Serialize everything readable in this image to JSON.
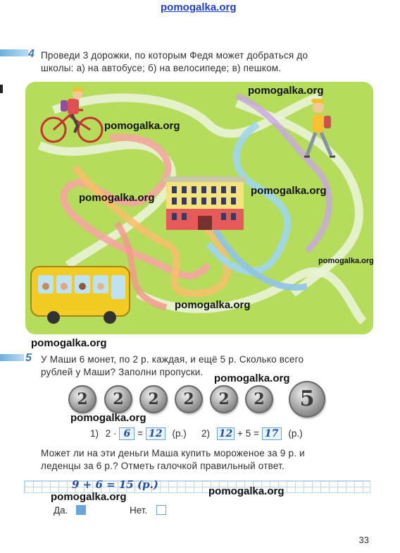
{
  "watermarks": {
    "top": "pomogalka.org",
    "text": "pomogalka.org"
  },
  "task4": {
    "number": "4",
    "line1": "Проведи 3 дорожки, по которым Федя может добраться до",
    "line2": "школы: а) на автобусе; б) на велосипеде; в) пешком."
  },
  "task5": {
    "number": "5",
    "line1": "У Маши 6 монет, по 2 р. каждая, и ещё 5 р. Сколько всего",
    "line2": "рублей у Маши? Заполни пропуски.",
    "coins": [
      {
        "value": "2"
      },
      {
        "value": "2"
      },
      {
        "value": "2"
      },
      {
        "value": "2"
      },
      {
        "value": "2"
      },
      {
        "value": "2"
      },
      {
        "value": "5"
      }
    ],
    "eq1": {
      "label": "1)",
      "a": "2",
      "op": "·",
      "b": "6",
      "eq": "=",
      "result": "12",
      "unit": "(р.)"
    },
    "eq2": {
      "label": "2)",
      "a": "12",
      "op": "+",
      "b": "5",
      "eq": "=",
      "result": "17",
      "unit": "(р.)"
    },
    "question_line1": "Может ли на эти деньги Маша купить мороженое за 9 р. и",
    "question_line2": "леденцы за 6 р.? Отметь галочкой правильный ответ.",
    "answer": "9 + 6 = 15 (р.)",
    "yes_label": "Да.",
    "no_label": "Нет.",
    "yes_checked": true,
    "no_checked": false
  },
  "page_number": "33",
  "colors": {
    "maze_bg": "#b6dc5c",
    "accent_blue": "#3a76b8",
    "ink": "#1f4ea8"
  }
}
